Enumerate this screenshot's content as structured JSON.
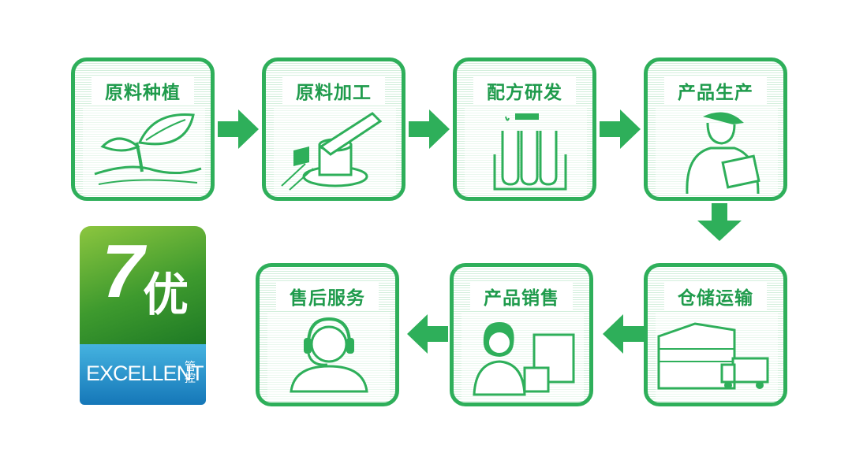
{
  "colors": {
    "accent": "#2eaf5a",
    "title": "#1f9b4c",
    "stripe": "#d3efdc"
  },
  "steps": [
    {
      "label": "原料种植",
      "icon": "sprout-icon"
    },
    {
      "label": "原料加工",
      "icon": "processing-machine-icon"
    },
    {
      "label": "配方研发",
      "icon": "test-tubes-icon"
    },
    {
      "label": "产品生产",
      "icon": "worker-icon"
    },
    {
      "label": "仓储运输",
      "icon": "warehouse-truck-icon"
    },
    {
      "label": "产品销售",
      "icon": "salesperson-icon"
    },
    {
      "label": "售后服务",
      "icon": "headset-support-icon"
    }
  ],
  "logo": {
    "number": "7",
    "char": "优",
    "english": "EXCELLENT",
    "chinese": "管控"
  }
}
